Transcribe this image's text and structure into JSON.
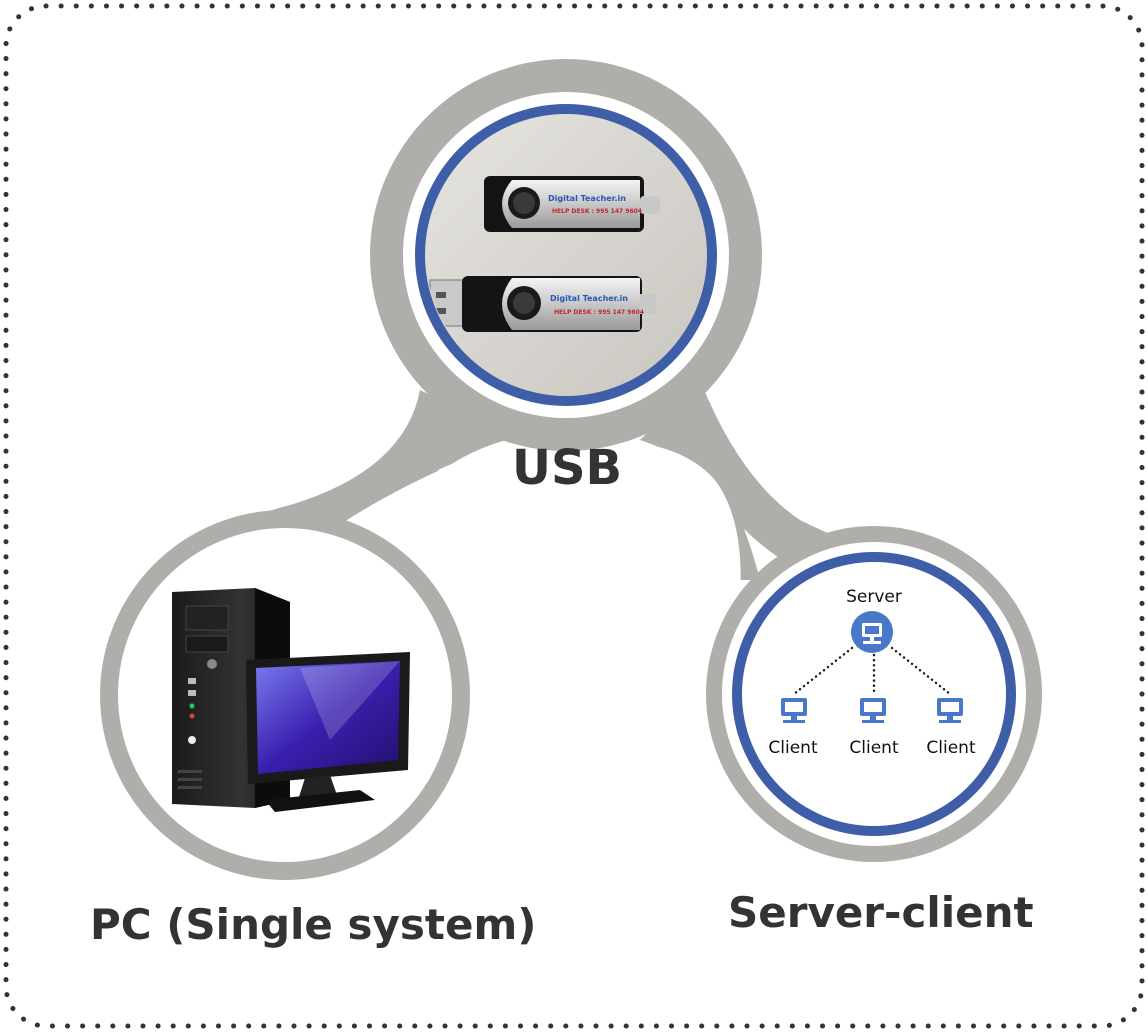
{
  "nodes": {
    "usb": {
      "label": "USB"
    },
    "pc": {
      "label": "PC (Single system)"
    },
    "server_client": {
      "label": "Server-client"
    }
  },
  "network": {
    "server_label": "Server",
    "clients": [
      "Client",
      "Client",
      "Client"
    ]
  },
  "usb_drive": {
    "brand": "Digital Teacher.in",
    "helpdesk": "HELP DESK : 995 147 9604"
  },
  "colors": {
    "ring": "#b0aeab",
    "accent_blue": "#3f5ea8",
    "border_dots": "#333333",
    "text": "#333333"
  }
}
